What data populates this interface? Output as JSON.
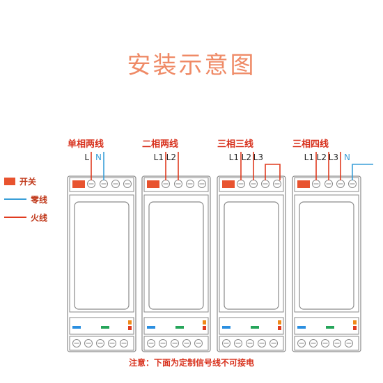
{
  "title": "安装示意图",
  "legend": [
    {
      "label": "开关",
      "kind": "switch",
      "color": "#e8532f"
    },
    {
      "label": "零线",
      "kind": "neutral",
      "color": "#3a9fd8"
    },
    {
      "label": "火线",
      "kind": "live",
      "color": "#e03b1f"
    }
  ],
  "devices": [
    {
      "label": "单相两线",
      "wires": [
        "L",
        "N"
      ]
    },
    {
      "label": "二相两线",
      "wires": [
        "L1",
        "L2"
      ]
    },
    {
      "label": "三相三线",
      "wires": [
        "L1",
        "L2",
        "L3"
      ]
    },
    {
      "label": "三相四线",
      "wires": [
        "L1",
        "L2",
        "L3",
        "N"
      ]
    }
  ],
  "note": "注意：下面为定制信号线不可接电",
  "colors": {
    "title": "#ef8a66",
    "device_label": "#d8321e",
    "live": "#e03b1f",
    "neutral": "#3a9fd8",
    "outline": "#8a8a8a",
    "green_led": "#25a55a",
    "blue_led": "#2b8fe0",
    "orange_led": "#f08a18"
  }
}
